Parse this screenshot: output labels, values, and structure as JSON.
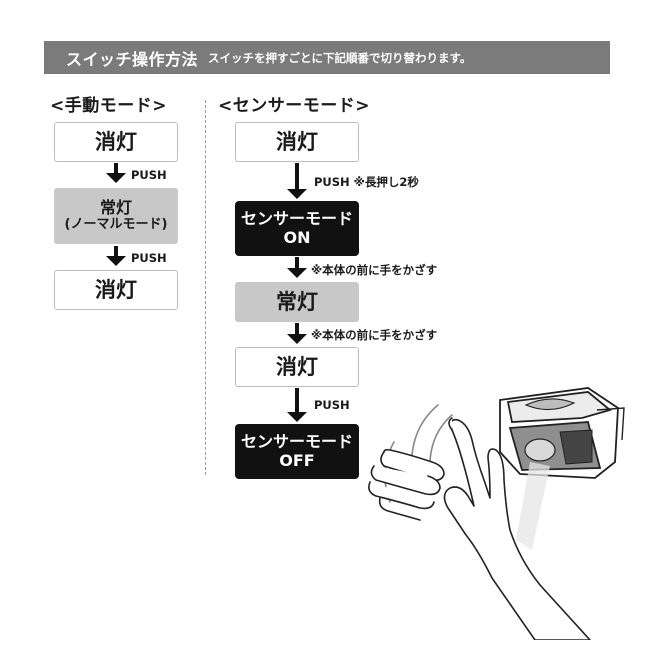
{
  "header": {
    "title": "スイッチ操作方法",
    "subtitle": "スイッチを押すごとに下記順番で切り替わります。"
  },
  "manual": {
    "title": "<手動モード>",
    "steps": [
      {
        "label": "消灯"
      },
      {
        "label": "常灯",
        "sub": "(ノーマルモード)"
      },
      {
        "label": "消灯"
      }
    ],
    "arrows": [
      "PUSH",
      "PUSH"
    ]
  },
  "sensor": {
    "title": "<センサーモード>",
    "steps": [
      {
        "label": "消灯"
      },
      {
        "label": "センサーモード",
        "sub": "ON"
      },
      {
        "label": "常灯"
      },
      {
        "label": "消灯"
      },
      {
        "label": "センサーモード",
        "sub": "OFF"
      }
    ],
    "arrows": [
      "PUSH ※長押し2秒",
      "※本体の前に手をかざす",
      "※本体の前に手をかざす",
      "PUSH"
    ]
  },
  "colors": {
    "header_bg": "#7b7b7b",
    "box_gray": "#c8c8c8",
    "box_black": "#111111",
    "box_border": "#bdbdbd"
  },
  "illustration": {
    "icons": [
      "headlamp-icon",
      "hand-icon",
      "motion-lines-icon"
    ]
  }
}
